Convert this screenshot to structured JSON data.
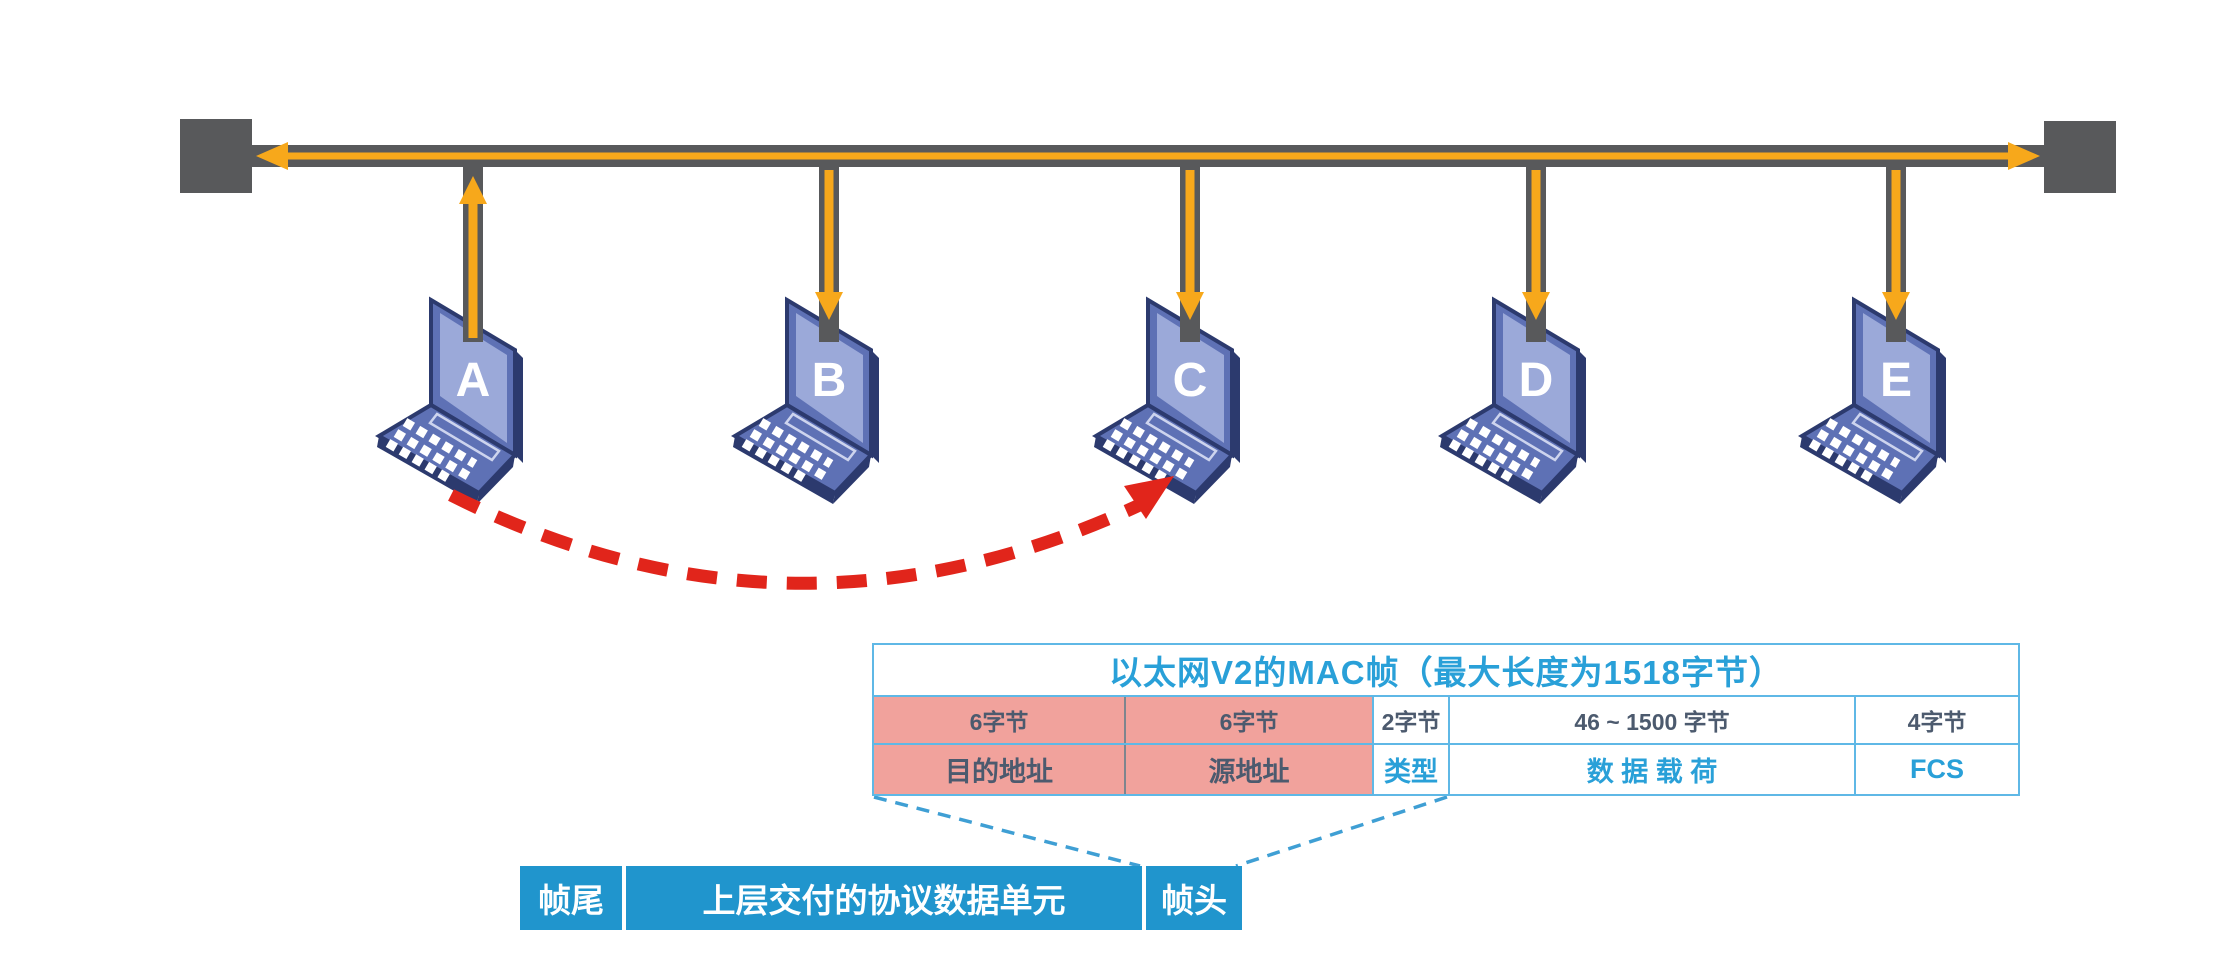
{
  "diagram": {
    "laptops": [
      {
        "label": "A"
      },
      {
        "label": "B"
      },
      {
        "label": "C"
      },
      {
        "label": "D"
      },
      {
        "label": "E"
      }
    ]
  },
  "mac_frame_table": {
    "title": "以太网V2的MAC帧（最大长度为1518字节）",
    "columns": [
      {
        "size": "6字节",
        "field": "目的地址",
        "highlight": true
      },
      {
        "size": "6字节",
        "field": "源地址",
        "highlight": true
      },
      {
        "size": "2字节",
        "field": "类型",
        "highlight": false
      },
      {
        "size": "46 ~ 1500 字节",
        "field": "数 据 载 荷",
        "highlight": false
      },
      {
        "size": "4字节",
        "field": "FCS",
        "highlight": false
      }
    ]
  },
  "pdu_bar": {
    "segments": [
      {
        "label": "帧尾"
      },
      {
        "label": "上层交付的协议数据单元"
      },
      {
        "label": "帧头"
      }
    ]
  },
  "colors": {
    "bus_gray": "#58595b",
    "arrow_orange": "#f7a81b",
    "red_dashed_arrow": "#e1251b",
    "table_border_blue": "#5fb8e6",
    "table_text_blue": "#29a0d8",
    "cell_salmon": "#f1a29c",
    "pdu_bar_blue": "#2095cd",
    "laptop_screen": "#9ba9d9",
    "laptop_frame": "#5e71b5",
    "laptop_dark": "#2c3a6e"
  }
}
